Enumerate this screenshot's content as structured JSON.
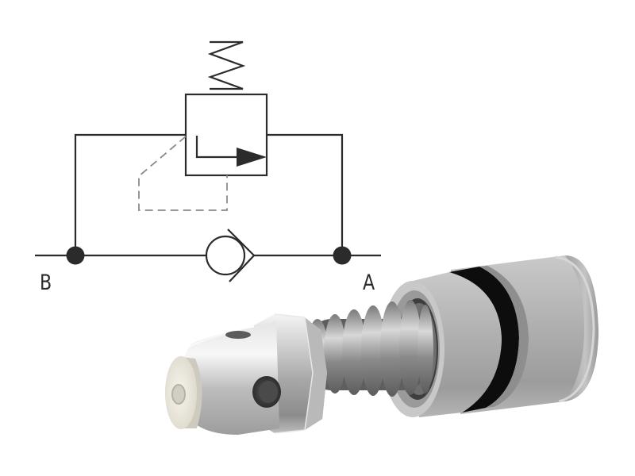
{
  "diagram": {
    "type": "hydraulic-schematic",
    "description": "Pressure relief valve with reverse free-flow check valve",
    "ports": [
      {
        "id": "B",
        "label": "B"
      },
      {
        "id": "A",
        "label": "A"
      }
    ],
    "components": [
      {
        "name": "adjustable-spring",
        "symbol": "zigzag-spring"
      },
      {
        "name": "relief-valve-envelope",
        "symbol": "square-with-flow-arrow"
      },
      {
        "name": "pilot-line",
        "symbol": "dashed-line"
      },
      {
        "name": "check-valve",
        "symbol": "ball-and-seat"
      },
      {
        "name": "junction-b",
        "symbol": "filled-dot"
      },
      {
        "name": "junction-a",
        "symbol": "filled-dot"
      }
    ],
    "colors": {
      "line": "#2b2b2b",
      "dashed_line": "#8a8a8a",
      "background": "#ffffff",
      "metal_light": "#e2e2e2",
      "metal_mid": "#a9a9a9",
      "metal_dark": "#6b6b6b",
      "seal_black": "#0d0d0d",
      "insert_white": "#efece3"
    }
  },
  "product_render": {
    "subject": "cartridge-valve",
    "parts": [
      "white-nose-insert",
      "steel-nose-body",
      "cross-port-hole",
      "hex-collar",
      "coil-spring",
      "retainer-cap",
      "o-ring-seal",
      "end-cap"
    ]
  }
}
